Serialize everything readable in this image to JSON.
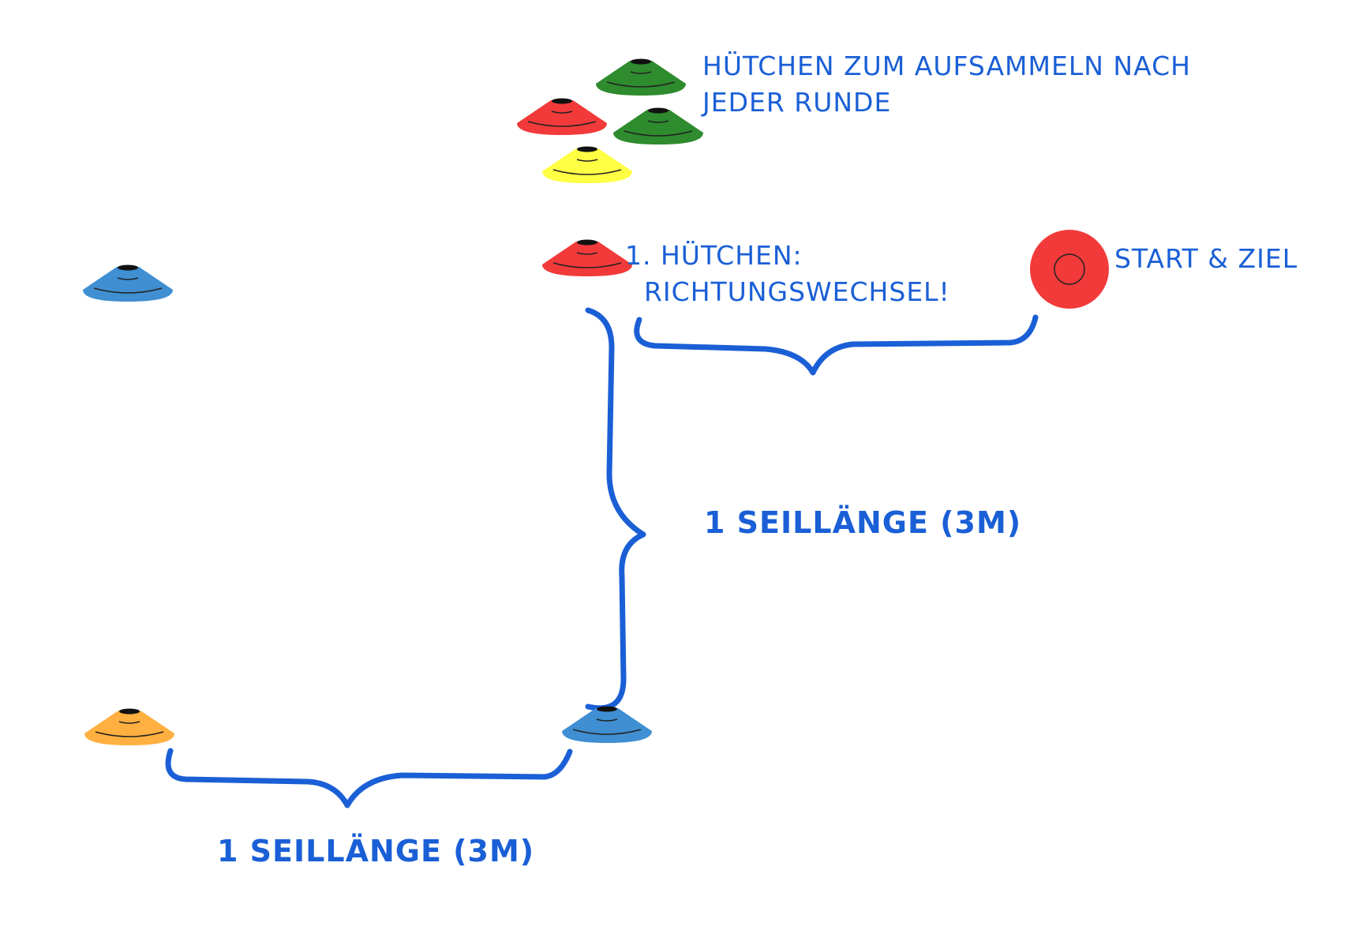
{
  "labels": {
    "collect_line1": "HÜTCHEN ZUM AUFSAMMELN NACH",
    "collect_line2": "JEDER RUNDE",
    "first_cone_line1": "1. HÜTCHEN:",
    "first_cone_line2": "RICHTUNGSWECHSEL!",
    "start_finish": "START & ZIEL",
    "distance_vertical": "1 SEILLÄNGE (3M)",
    "distance_bottom": "1 SEILLÄNGE (3M)"
  },
  "colors": {
    "text": "#1a5fd6",
    "brace": "#1a5fd6",
    "cone_red": "#f23a3a",
    "cone_green": "#2e8b2e",
    "cone_yellow": "#ffff44",
    "cone_blue": "#3f8fd2",
    "cone_orange": "#ffb040",
    "marker_red": "#f23a3a"
  },
  "cones": [
    {
      "id": "cone-green-top",
      "color": "cone_green"
    },
    {
      "id": "cone-red-collect",
      "color": "cone_red"
    },
    {
      "id": "cone-green-right",
      "color": "cone_green"
    },
    {
      "id": "cone-yellow",
      "color": "cone_yellow"
    },
    {
      "id": "cone-red-first",
      "color": "cone_red"
    },
    {
      "id": "cone-blue-left",
      "color": "cone_blue"
    },
    {
      "id": "cone-orange",
      "color": "cone_orange"
    },
    {
      "id": "cone-blue-bottom",
      "color": "cone_blue"
    }
  ]
}
